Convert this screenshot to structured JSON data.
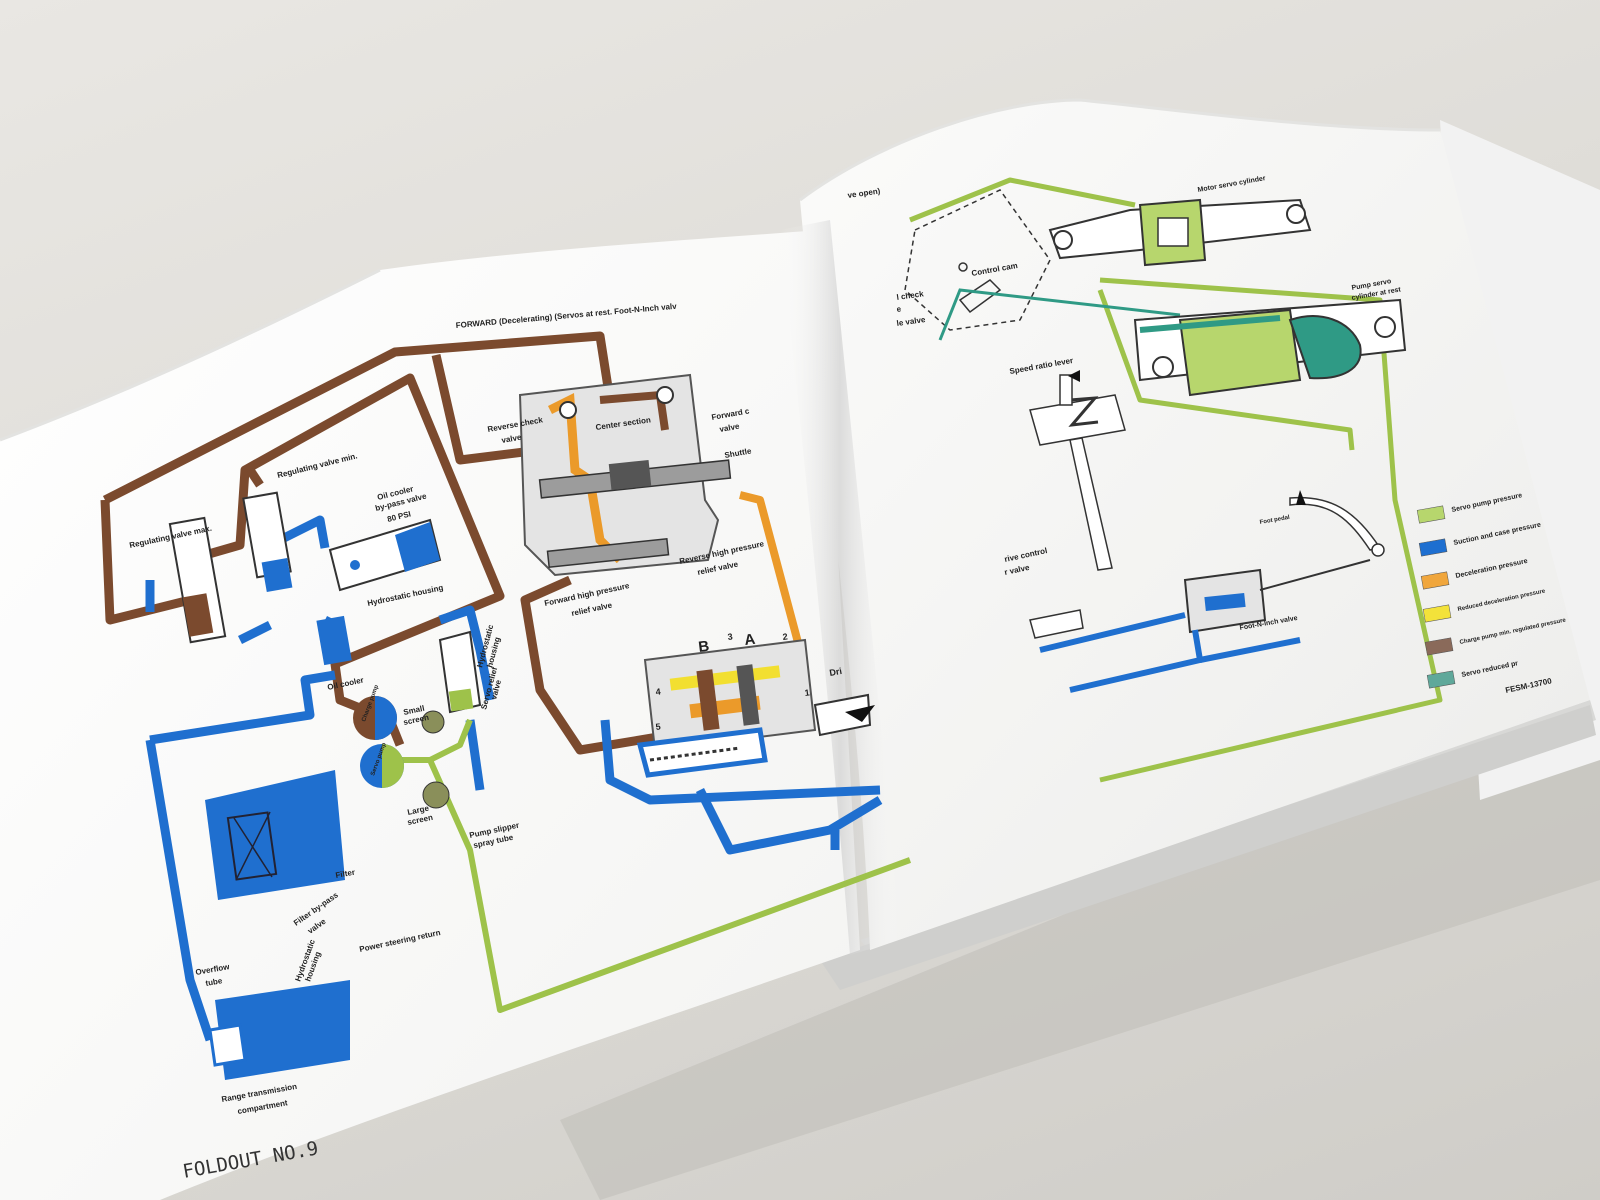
{
  "left_page": {
    "header": "FORWARD (Decelerating) (Servos at rest. Foot-N-Inch valv",
    "footer": "FOLDOUT NO.9",
    "labels": {
      "regulating_valve_max": "Regulating valve max.",
      "regulating_valve_min": "Regulating valve min.",
      "oil_cooler_bypass_1": "Oil cooler",
      "oil_cooler_bypass_2": "by-pass valve",
      "oil_cooler_bypass_3": "80 PSI",
      "hydrostatic_housing_1": "Hydrostatic housing",
      "oil_cooler": "Oil cooler",
      "charge_pump": "Charge pump",
      "servo_pump": "Servo pump",
      "small_screen_1": "Small",
      "small_screen_2": "screen",
      "large_screen_1": "Large",
      "large_screen_2": "screen",
      "hydrostatic_housing_2a": "Hydrostatic",
      "hydrostatic_housing_2b": "housing",
      "servo_relief_1": "Servo relief",
      "servo_relief_2": "valve",
      "pump_slipper_1": "Pump slipper",
      "pump_slipper_2": "spray tube",
      "filter": "Filter",
      "filter_bypass_1": "Filter by-pass",
      "filter_bypass_2": "valve",
      "overflow_1": "Overflow",
      "overflow_2": "tube",
      "hydrostatic_housing_3a": "Hydrostatic",
      "hydrostatic_housing_3b": "housing",
      "power_steering": "Power steering return",
      "range_transmission_1": "Range transmission",
      "range_transmission_2": "compartment",
      "reverse_check_1": "Reverse check",
      "reverse_check_2": "valve",
      "center_section": "Center section",
      "forward_valve_1": "Forward c",
      "forward_valve_2": "valve",
      "shuttle": "Shuttle",
      "forward_high_1": "Forward high pressure",
      "forward_high_2": "relief valve",
      "reverse_high_1": "Reverse high pressure",
      "reverse_high_2": "relief valve",
      "letter_b": "B",
      "letter_a": "A",
      "n1": "1",
      "n2": "2",
      "n3": "3",
      "n4": "4",
      "n5": "5",
      "drive": "Dri"
    }
  },
  "right_page": {
    "header": "ve open)",
    "labels": {
      "motor_servo_cylinder": "Motor servo cylinder",
      "control_cam": "Control cam",
      "check_1": "l check",
      "check_2": "e",
      "check_3": "le valve",
      "pump_servo_1": "Pump servo",
      "pump_servo_2": "cylinder at rest",
      "speed_ratio_lever": "Speed ratio lever",
      "drive_control_1": "rive control",
      "drive_control_2": "r valve",
      "foot_pedal": "Foot pedal",
      "foot_n_inch_valve": "Foot-N-Inch valve",
      "figure_code": "FESM-13700"
    },
    "legend": [
      {
        "label": "Servo pump pressure",
        "color": "#b7d66d"
      },
      {
        "label": "Suction and case pressure",
        "color": "#1e6fd0"
      },
      {
        "label": "Deceleration pressure",
        "color": "#f0a63c"
      },
      {
        "label": "Reduced deceleration pressure",
        "color": "#f3e23a"
      },
      {
        "label": "Charge pump min. regulated pressure",
        "color": "#8a6a5a"
      },
      {
        "label": "Servo reduced pr",
        "color": "#5fa89a"
      }
    ]
  },
  "colors": {
    "servo_green": "#9ec24a",
    "suction_blue": "#1f6fcf",
    "decel_orange": "#eb9a2a",
    "reduced_yellow": "#f2df30",
    "charge_brown": "#7b4a2e",
    "teal": "#2f9a85"
  }
}
